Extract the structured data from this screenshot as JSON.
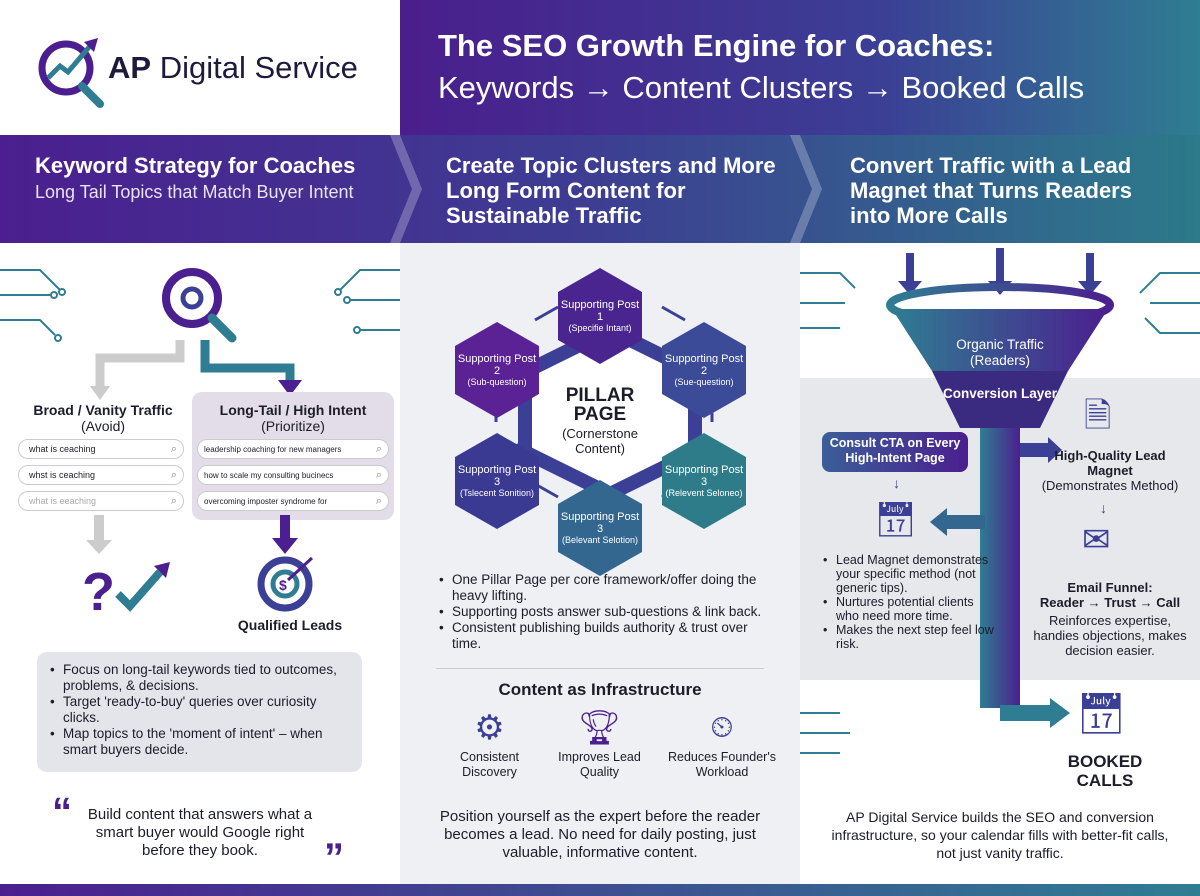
{
  "brand": {
    "name_bold": "AP",
    "name_rest": " Digital Service"
  },
  "header": {
    "title_line1": "The SEO Growth Engine for Coaches:",
    "title_line2": "Keywords → Content Clusters → Booked Calls"
  },
  "colors": {
    "purple": "#4b1f8f",
    "teal": "#2f7d92",
    "navy": "#3b3f95"
  },
  "columns": [
    {
      "title": "Keyword Strategy for Coaches",
      "subtitle": "Long Tail Topics that Match Buyer Intent"
    },
    {
      "title": "Create Topic Clusters and More Long Form Content for Sustainable Traffic"
    },
    {
      "title": "Convert Traffic with a Lead Magnet that Turns Readers into More Calls"
    }
  ],
  "keywords": {
    "broad_title": "Broad / Vanity Traffic",
    "broad_sub": "(Avoid)",
    "broad_queries": [
      "what is ceaching",
      "whst is ceaching",
      "what is eeaching"
    ],
    "long_title": "Long-Tail / High Intent",
    "long_sub": "(Prioritize)",
    "long_queries": [
      "leadership coaching for new managers",
      "how to scale my consulting bucinecs",
      "overcoming imposter syndrome for"
    ],
    "qualified": "Qualified Leads",
    "bullets": [
      "Focus on long-tail keywords tied to outcomes, problems, & decisions.",
      "Target 'ready-to-buy' queries over curiosity clicks.",
      "Map topics to the 'moment of intent' – when smart buyers decide."
    ],
    "quote": "Build content that answers what a smart buyer would Google right before they book."
  },
  "cluster": {
    "pillar_title": "PILLAR PAGE",
    "pillar_sub": "(Cornerstone Content)",
    "posts": [
      {
        "title": "Supporting Post 1",
        "sub": "(Specifie Intant)"
      },
      {
        "title": "Supporting Post 2",
        "sub": "(Sue-question)"
      },
      {
        "title": "Supporting Post 3",
        "sub": "(Relevent Seloneo)"
      },
      {
        "title": "Supporting Post 3",
        "sub": "(Belevant Selotion)"
      },
      {
        "title": "Supporting Post 3",
        "sub": "(Tslecent Sonition)"
      },
      {
        "title": "Supporting Post 2",
        "sub": "(Sub-question)"
      }
    ],
    "bullets": [
      "One Pillar Page per core framework/offer doing the heavy lifting.",
      "Supporting posts answer sub-questions & link back.",
      "Consistent publishing builds authority & trust over time."
    ],
    "infra_title": "Content as Infrastructure",
    "infra": [
      {
        "label": "Consistent Discovery",
        "icon": "gear-wrench"
      },
      {
        "label": "Improves Lead Quality",
        "icon": "trophy"
      },
      {
        "label": "Reduces Founder's Workload",
        "icon": "relaxing-person-clock"
      }
    ],
    "footer": "Position yourself as the expert before the reader becomes a lead. No need for daily posting, just valuable, informative content."
  },
  "funnel": {
    "organic": "Organic Traffic",
    "organic_sub": "(Readers)",
    "conversion": "Conversion Layer",
    "cta": "Consult CTA on Every High-Intent Page",
    "bullets": [
      "Lead Magnet demonstrates your specific method (not generic tips).",
      "Nurtures potential clients who need more time.",
      "Makes the next step feel low risk."
    ],
    "magnet_title": "High-Quality Lead Magnet",
    "magnet_sub": "(Demonstrates Method)",
    "email_title": "Email Funnel:",
    "email_flow": "Reader → Trust → Call",
    "email_desc": "Reinforces expertise, handies objections, makes decision easier.",
    "booked": "BOOKED CALLS",
    "footer": "AP Digital Service builds the SEO and conversion infrastructure, so your calendar fills with better-fit calls, not just vanity traffic."
  }
}
